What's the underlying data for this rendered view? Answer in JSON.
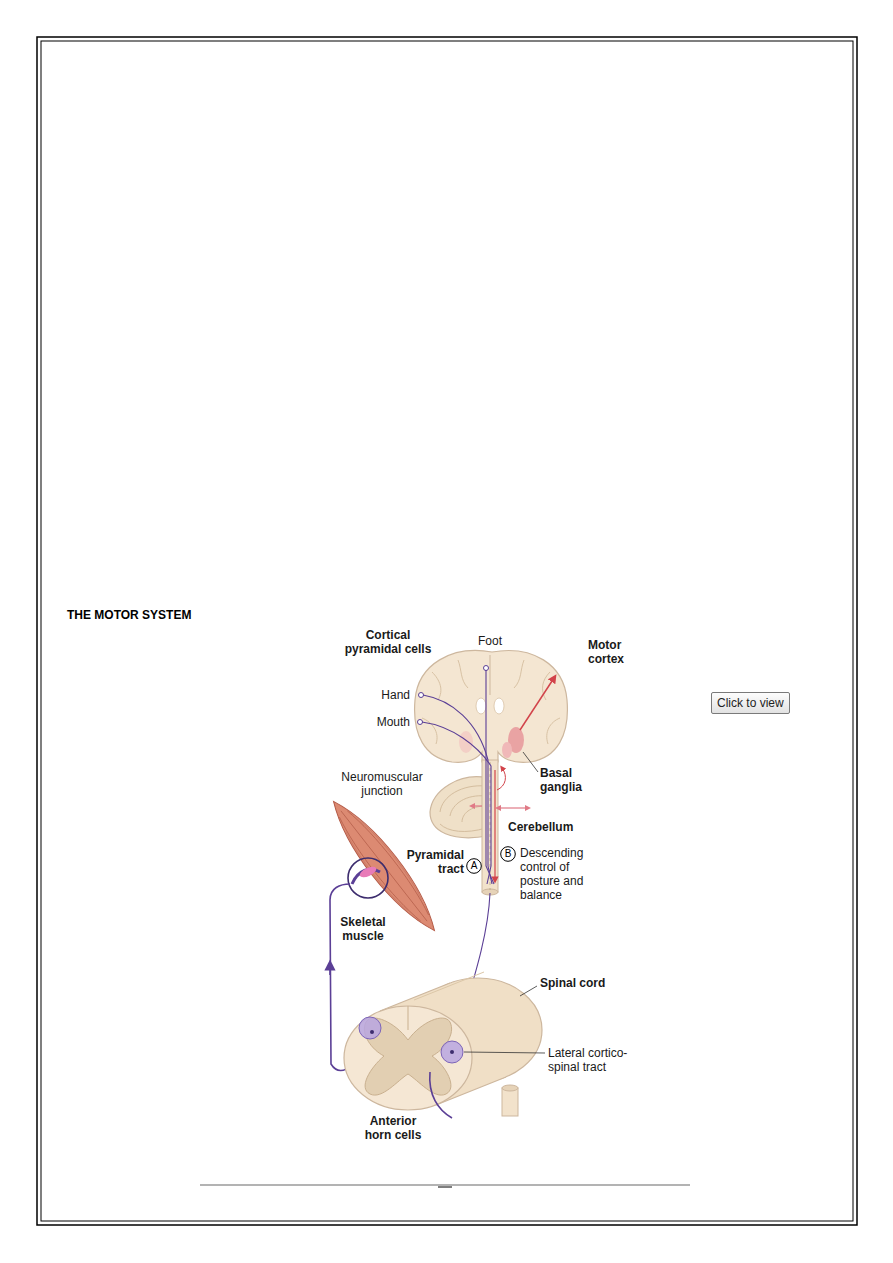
{
  "diagram": {
    "title": "THE MOTOR SYSTEM",
    "nodes": [
      {
        "text": [
          "Click to view"
        ]
      },
      {
        "text": [
          "A"
        ]
      },
      {
        "text": [
          "B"
        ]
      }
    ],
    "labels": [
      "Cortical pyramidal cells",
      "Foot",
      "Motor cortex",
      "Hand",
      "Mouth",
      "Basal ganglia",
      "Neuromuscular junction",
      "Cerebellum",
      "Pyramidal tract",
      "Descending control of posture and balance",
      "Skeletal muscle",
      "Spinal cord",
      "Lateral cortico-spinal tract",
      "Anterior horn cells"
    ]
  }
}
